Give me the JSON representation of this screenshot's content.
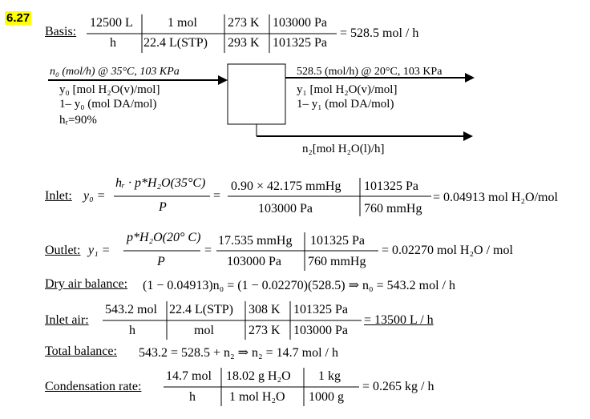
{
  "problem_number": "6.27",
  "basis": {
    "label": "Basis:",
    "num": [
      "12500 L",
      "1 mol",
      "273 K",
      "103000 Pa"
    ],
    "den": [
      "h",
      "22.4 L(STP)",
      "293 K",
      "101325 Pa"
    ],
    "result": "= 528.5 mol / h"
  },
  "flowchart": {
    "feed_line1": "n₀ (mol/h) @ 35°C, 103 KPa",
    "feed_line2": "y₀ [mol H₂O(v)/mol]",
    "feed_line3": "1– y₀ (mol DA/mol)",
    "feed_line4": "hᵣ=90%",
    "product_line1": "528.5 (mol/h) @ 20°C, 103 KPa",
    "product_line2": "y₁ [mol H₂O(v)/mol]",
    "product_line3": "1– y₁ (mol DA/mol)",
    "condensate": "n₂[mol H₂O(l)/h]"
  },
  "inlet": {
    "label": "Inlet:",
    "lhs": "y₀ =",
    "num1": "hᵣ · p*H₂O(35°C)",
    "den1": "P",
    "eq": "=",
    "num2a": "0.90 × 42.175 mmHg",
    "num2b": "101325 Pa",
    "den2a": "103000 Pa",
    "den2b": "760 mmHg",
    "result": "= 0.04913 mol H₂O/mol"
  },
  "outlet": {
    "label": "Outlet:",
    "lhs": "y₁ =",
    "num1": "p*H₂O(20° C)",
    "den1": "P",
    "eq": "=",
    "num2a": "17.535 mmHg",
    "num2b": "101325 Pa",
    "den2a": "103000 Pa",
    "den2b": "760 mmHg",
    "result": "= 0.02270 mol H₂O / mol"
  },
  "dry_air": {
    "label": "Dry air balance:",
    "equation": "(1 − 0.04913)n₀ = (1 − 0.02270)(528.5) ⇒ n₀ = 543.2 mol / h"
  },
  "inlet_air": {
    "label": "Inlet air:",
    "num": [
      "543.2 mol",
      "22.4 L(STP)",
      "308 K",
      "101325 Pa"
    ],
    "den": [
      "h",
      "mol",
      "273 K",
      "103000 Pa"
    ],
    "result": "= 13500 L / h"
  },
  "total_balance": {
    "label": "Total balance:",
    "equation": "543.2 = 528.5 + n₂ ⇒ n₂ = 14.7 mol / h"
  },
  "condensation": {
    "label": "Condensation rate:",
    "num": [
      "14.7 mol",
      "18.02 g H₂O",
      "1 kg"
    ],
    "den": [
      "h",
      "1 mol H₂O",
      "1000 g"
    ],
    "result": "= 0.265 kg / h"
  }
}
